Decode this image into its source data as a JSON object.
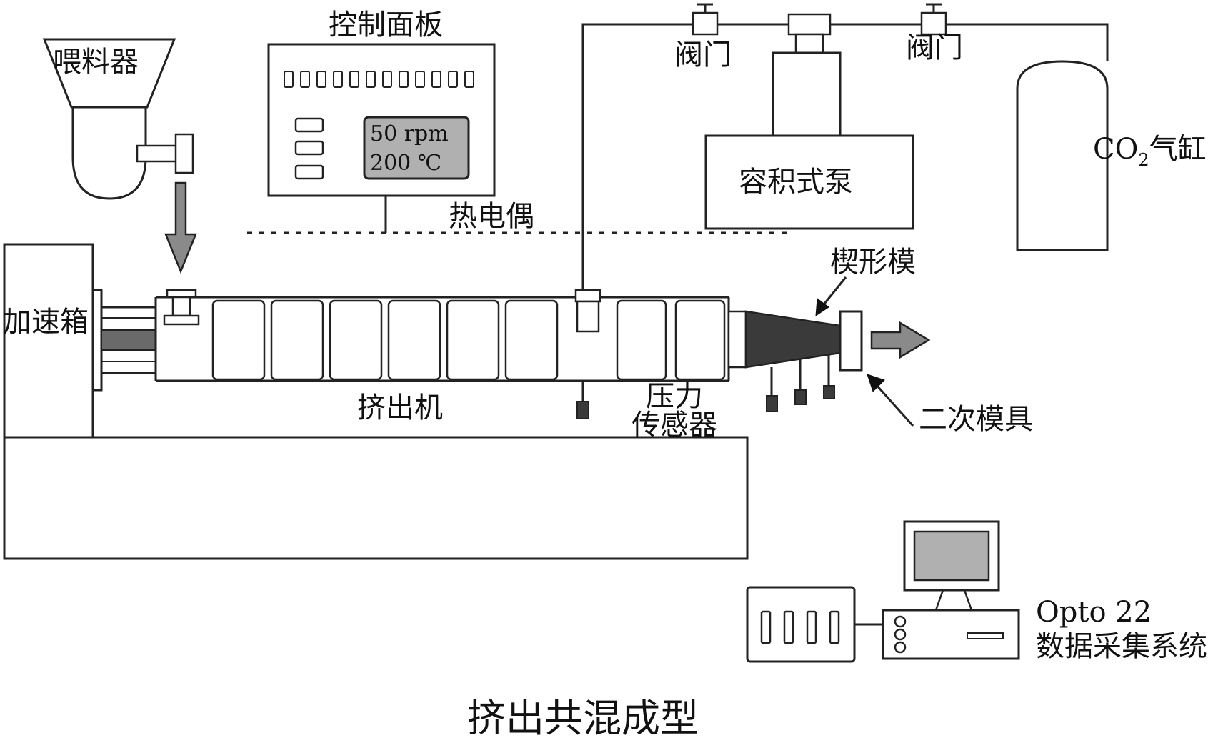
{
  "caption": "挤出共混成型",
  "labels": {
    "feeder": "喂料器",
    "control_panel": "控制面板",
    "display_rpm": "50 rpm",
    "display_temp": "200 ℃",
    "thermocouple": "热电偶",
    "valve_left": "阀门",
    "valve_right": "阀门",
    "pump": "容积式泵",
    "co2_prefix": "CO",
    "co2_sub": "2",
    "co2_suffix": "气缸",
    "gearbox": "加速箱",
    "wedge_die": "楔形模",
    "extruder": "挤出机",
    "pressure_line1": "压力",
    "pressure_line2": "传感器",
    "secondary_die": "二次模具",
    "daq_line1": "Opto 22",
    "daq_line2": "数据采集系统"
  },
  "colors": {
    "line": "#222222",
    "dark_fill": "#3a3a3a",
    "screen_fill": "#b0b0b0",
    "arrow_fill": "#8a8a8a"
  }
}
